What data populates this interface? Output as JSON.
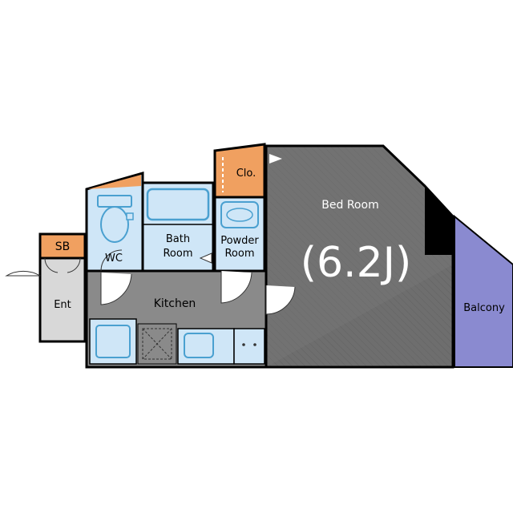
{
  "rooms": {
    "sb": "SB",
    "ent": "Ent",
    "wc": "WC",
    "bath_line1": "Bath",
    "bath_line2": "Room",
    "powder_line1": "Powder",
    "powder_line2": "Room",
    "clo": "Clo.",
    "kitchen": "Kitchen",
    "bedroom": "Bed Room",
    "bedroom_size": "(6.2J)",
    "balcony": "Balcony"
  },
  "colors": {
    "outline": "#000000",
    "bedroom_fill": "#6e6e6e",
    "kitchen_fill": "#8a8a8a",
    "storage_fill": "#f0a060",
    "fixture_fill": "#cfe6f7",
    "fixture_stroke": "#4aa0d0",
    "ent_fill": "#d8d8d8",
    "balcony_fill": "#8a8ad0",
    "big_text": "#ffffff"
  }
}
